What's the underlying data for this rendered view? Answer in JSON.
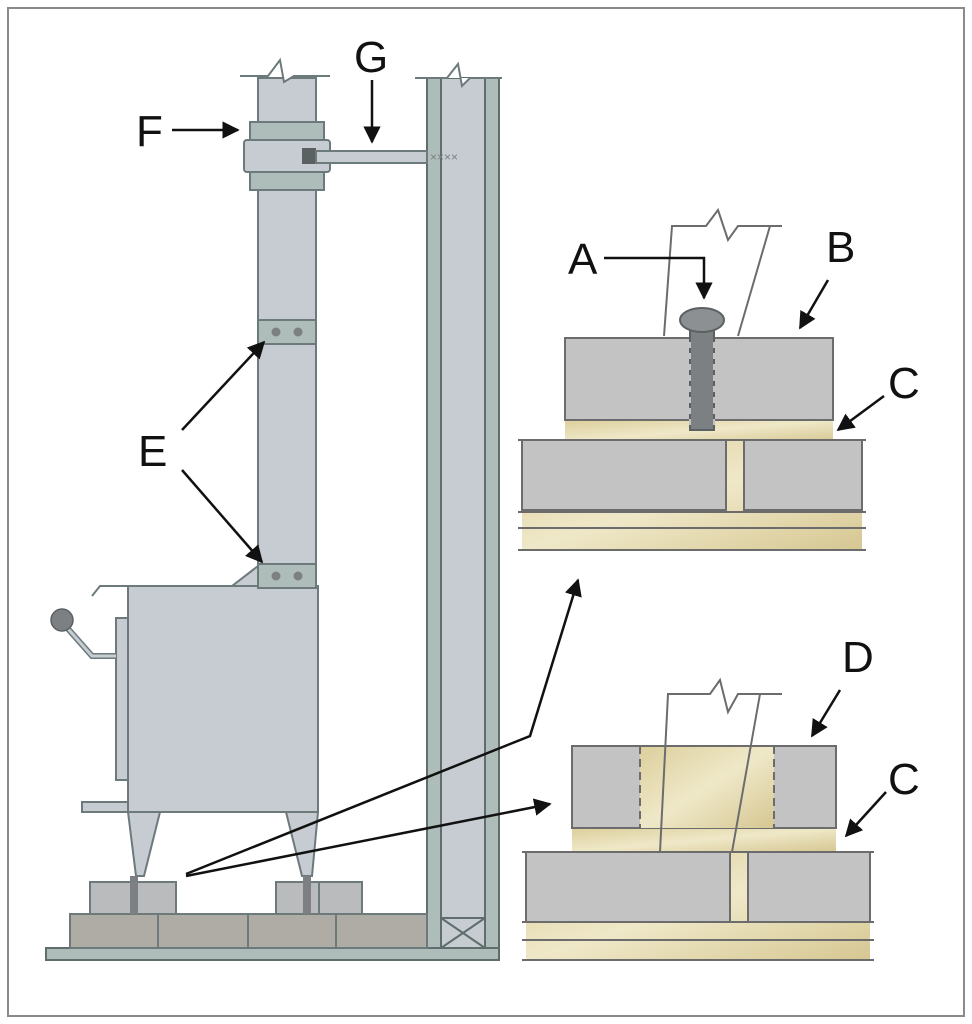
{
  "labels": {
    "a": "A",
    "b": "B",
    "c_top": "C",
    "c_bottom": "C",
    "d": "D",
    "e": "E",
    "f": "F",
    "g": "G"
  },
  "colors": {
    "steel": "#c6ccd1",
    "steel_stroke": "#6c7a7c",
    "frame": "#aebdb9",
    "masonry": "#c3c3c3",
    "mortar": "#e4dcb6",
    "floor": "#aeaca4",
    "bolt": "#7c8082",
    "border": "#8a8a8a"
  }
}
